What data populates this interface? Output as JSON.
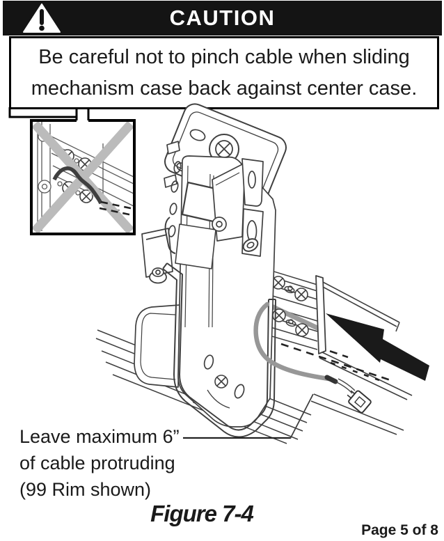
{
  "banner": {
    "title": "CAUTION",
    "icon": "warning-triangle"
  },
  "caution_box": {
    "line1": "Be careful not to pinch cable when sliding",
    "line2": "mechanism case back against center case."
  },
  "figure": {
    "annotation": {
      "line1": "Leave maximum 6”",
      "line2": "of cable protruding",
      "line3": "(99 Rim shown)"
    },
    "caption": "Figure 7-4",
    "inset_meaning": "incorrect-cable-routing-crossed-out",
    "arrow_direction": "left"
  },
  "footer": {
    "page_label": "Page 5 of 8"
  },
  "colors": {
    "banner_bg": "#141414",
    "banner_text": "#ffffff",
    "line_art": "#3f3f3f",
    "cable_gray": "#979797",
    "cross_gray": "#bbbbbb",
    "arrow_black": "#1a1a1a"
  }
}
